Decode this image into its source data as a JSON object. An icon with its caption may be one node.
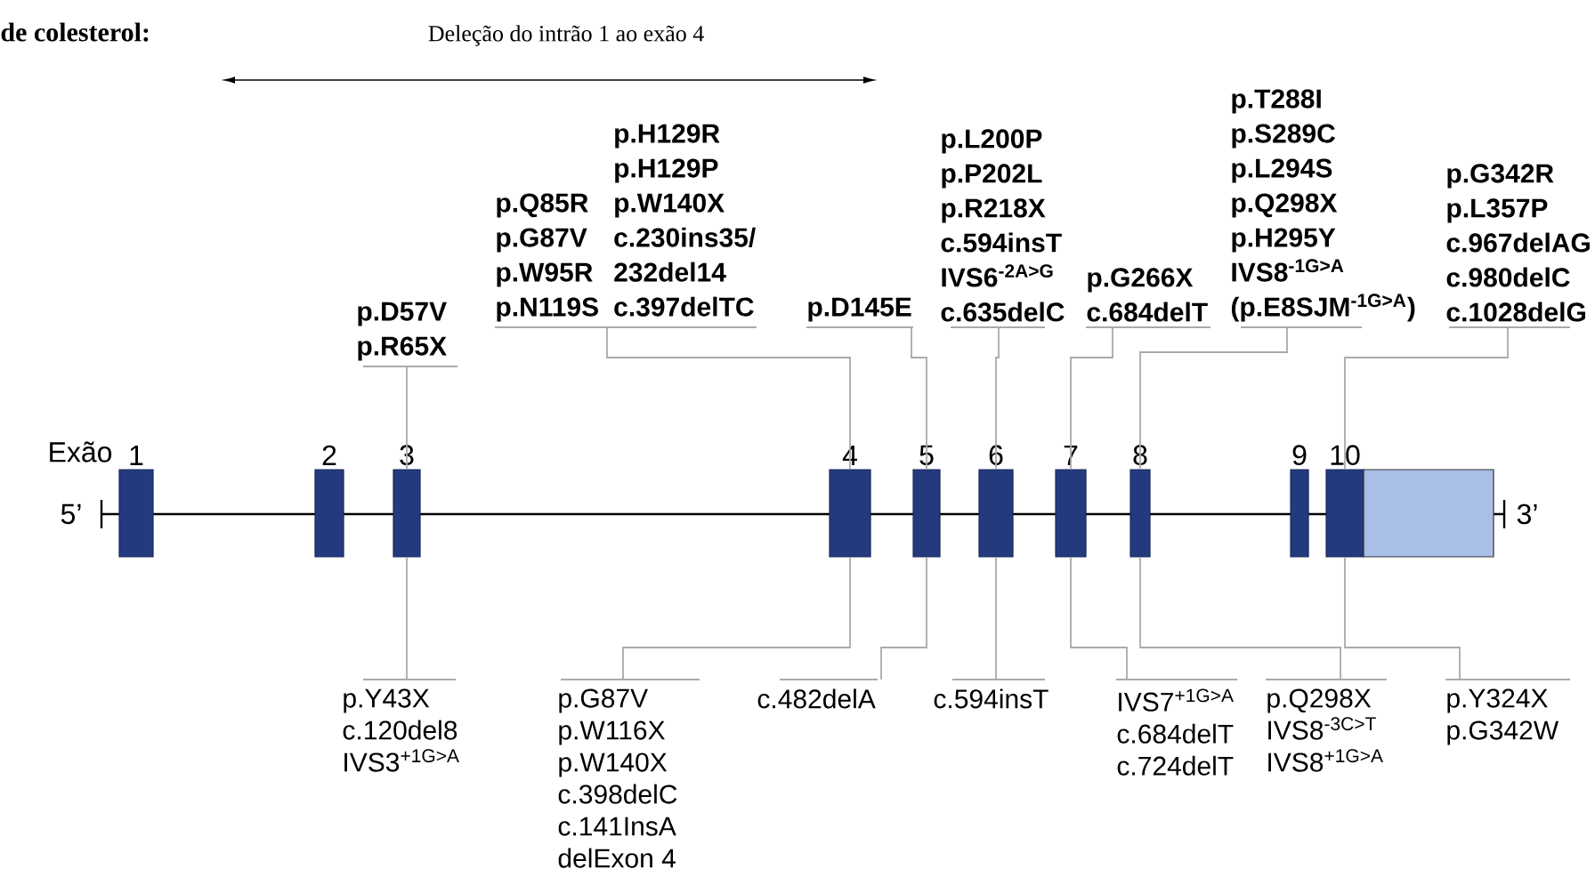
{
  "diagram": {
    "title": "de colesterol:",
    "nodes": [
      {
        "text": [
          "1"
        ]
      },
      {
        "text": [
          "2"
        ]
      },
      {
        "text": [
          "3"
        ]
      },
      {
        "text": [
          "4"
        ]
      },
      {
        "text": [
          "5"
        ]
      },
      {
        "text": [
          "6"
        ]
      },
      {
        "text": [
          "7"
        ]
      },
      {
        "text": [
          "8"
        ]
      },
      {
        "text": [
          "9"
        ]
      },
      {
        "text": [
          "10"
        ]
      },
      {
        "text": [],
        "shape": "box"
      },
      {
        "text": [
          "p.D57V",
          "p.R65X"
        ]
      },
      {
        "text": [
          "p.Q85R",
          "p.G87V",
          "p.W95R",
          "p.N119S",
          "p.H129R",
          "p.H129P",
          "p.W140X",
          "c.230ins35/ 232del14",
          "c.397delTC"
        ]
      },
      {
        "text": [
          "p.D145E"
        ]
      },
      {
        "text": [
          "p.L200P",
          "p.P202L",
          "p.R218X",
          "c.594insT",
          "IVS6$^{-2A>G}$",
          "c.635delC"
        ]
      },
      {
        "text": [
          "p.G266X",
          "c.684delT"
        ]
      },
      {
        "text": [
          "p.T288I",
          "p.S289C",
          "p.L294S",
          "p.Q298X",
          "p.H295Y",
          "IVS8$^{-1G>A}$",
          "(p.E8SJM$^{-1G>A}$)"
        ]
      },
      {
        "text": [
          "p.G342R",
          "p.L357P",
          "c.967delAG",
          "c.980delC",
          "c.1028delG"
        ]
      },
      {
        "text": [
          "p.Y43X",
          "c.120del8",
          "IVS3$^{+1G>A}$"
        ]
      },
      {
        "text": [
          "p.G87V",
          "p.W116X",
          "p.W140X",
          "c.398delC",
          "c.141InsA",
          "delExon 4"
        ]
      },
      {
        "text": [
          "c.482delA"
        ]
      },
      {
        "text": [
          "c.594insT"
        ]
      },
      {
        "text": [
          "IVS7$^{+1G>A}$",
          "c.684delT",
          "c.724delT"
        ]
      },
      {
        "text": [
          "p.Q298X",
          "IVS8$^{-3C>T}$",
          "IVS8$^{+1G>A}$"
        ]
      },
      {
        "text": [
          "p.Y324X",
          "p.G342W"
        ]
      }
    ],
    "edges": [
      {
        "from": 11,
        "to": 2,
        "arrow": "none"
      },
      {
        "from": 12,
        "to": 3,
        "arrow": "none"
      },
      {
        "from": 13,
        "to": 4,
        "arrow": "none"
      },
      {
        "from": 14,
        "to": 5,
        "arrow": "none"
      },
      {
        "from": 15,
        "to": 6,
        "arrow": "none"
      },
      {
        "from": 16,
        "to": 7,
        "arrow": "none"
      },
      {
        "from": 17,
        "to": 9,
        "arrow": "none"
      },
      {
        "from": 18,
        "to": 2,
        "arrow": "none"
      },
      {
        "from": 19,
        "to": 3,
        "arrow": "none"
      },
      {
        "from": 20,
        "to": 4,
        "arrow": "none"
      },
      {
        "from": 21,
        "to": 5,
        "arrow": "none"
      },
      {
        "from": 22,
        "to": 6,
        "arrow": "none"
      },
      {
        "from": 23,
        "to": 7,
        "arrow": "none"
      },
      {
        "from": 24,
        "to": 9,
        "arrow": "none"
      }
    ],
    "labels": [
      "Deleção do intrão 1 ao exão 4",
      "Exão",
      "5’",
      "3’"
    ]
  }
}
